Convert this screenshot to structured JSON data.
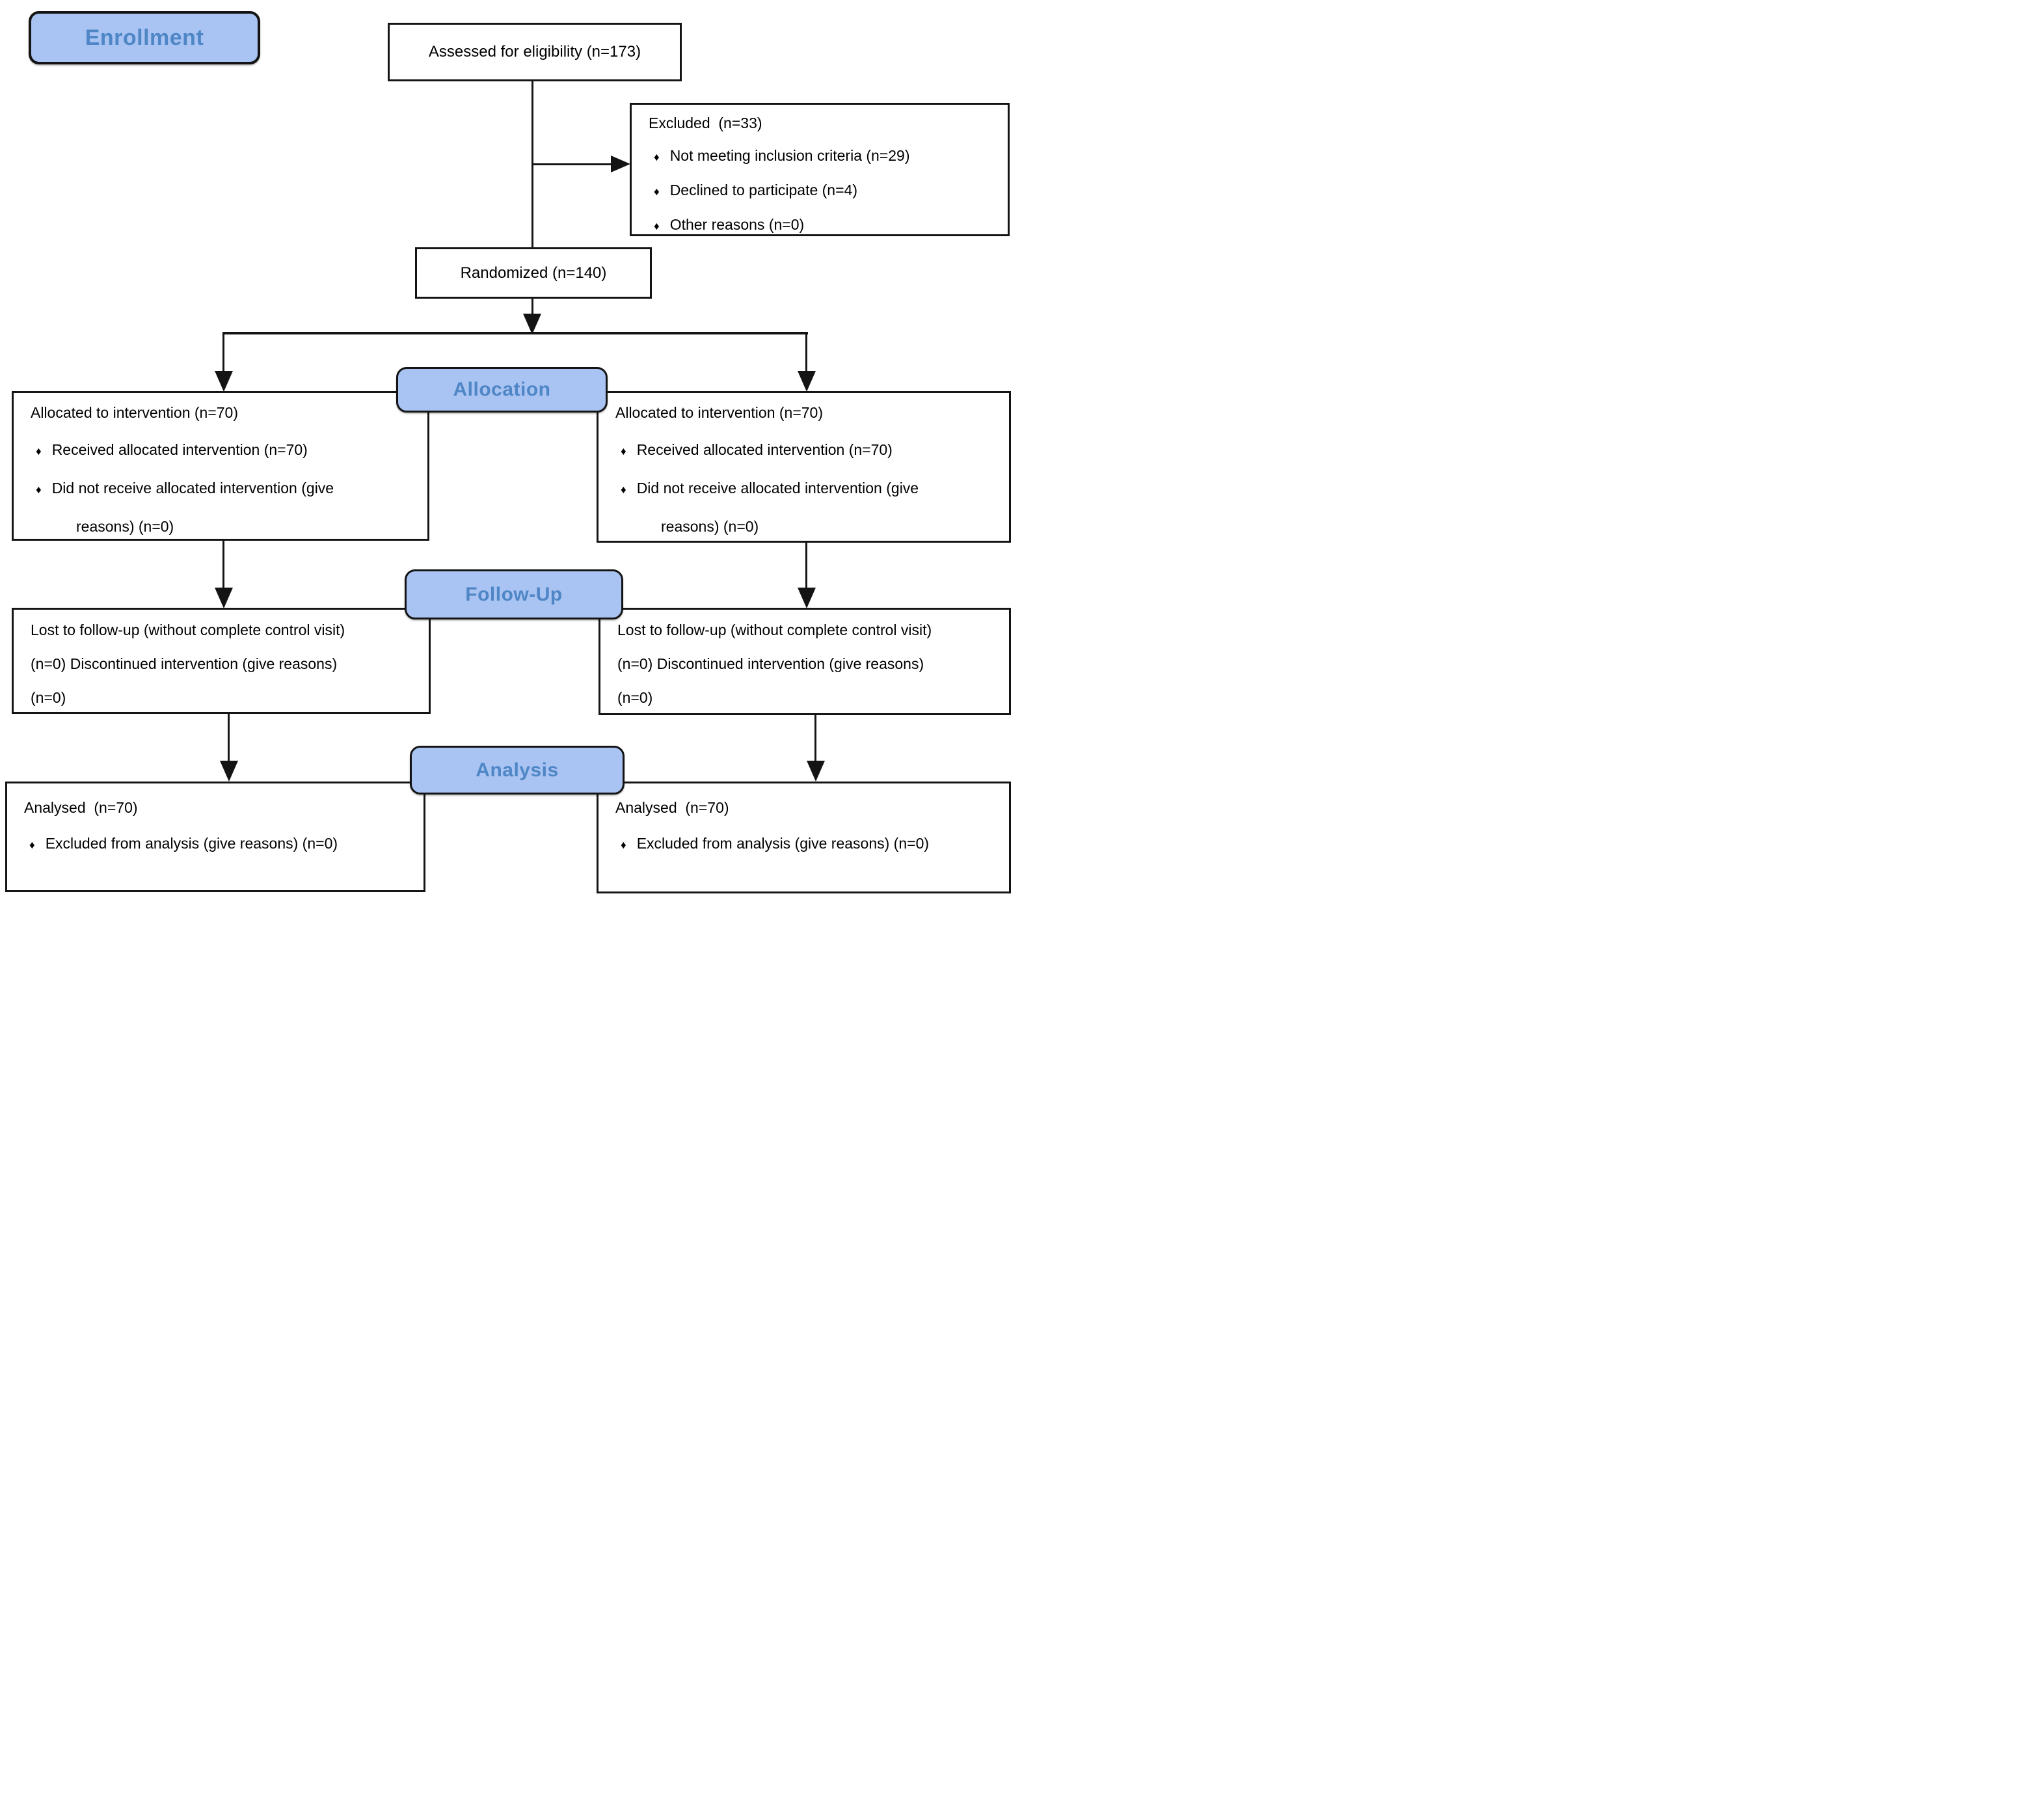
{
  "diagram": {
    "stages": {
      "enrollment": "Enrollment",
      "allocation": "Allocation",
      "followup": "Follow-Up",
      "analysis": "Analysis"
    },
    "glyphs": {
      "bullet": "♦"
    },
    "colors": {
      "stage_fill": "#a9c3f2",
      "stage_text": "#4e86c6",
      "line": "#141414"
    },
    "nodes": {
      "assessed": {
        "text": "Assessed for eligibility (n=173)"
      },
      "excluded": {
        "heading": "Excluded  (n=33)",
        "bullets": [
          "Not meeting inclusion criteria (n=29)",
          "Declined to participate (n=4)",
          "Other reasons (n=0)"
        ]
      },
      "randomized": {
        "text": "Randomized (n=140)"
      },
      "allocation_left": {
        "heading": "Allocated to intervention (n=70)",
        "bullets": [
          "Received allocated intervention (n=70)",
          "Did not receive allocated intervention (give reasons) (n=0)"
        ]
      },
      "allocation_right": {
        "heading": "Allocated to intervention (n=70)",
        "bullets": [
          "Received allocated intervention (n=70)",
          "Did not receive allocated intervention (give reasons) (n=0)"
        ]
      },
      "followup_left": {
        "text": "Lost to follow-up (without complete control visit) (n=0) Discontinued intervention (give reasons) (n=0)"
      },
      "followup_right": {
        "text": "Lost to follow-up (without complete control visit) (n=0) Discontinued intervention (give reasons) (n=0)"
      },
      "analysis_left": {
        "heading": "Analysed  (n=70)",
        "bullets": [
          "Excluded from analysis (give reasons) (n=0)"
        ]
      },
      "analysis_right": {
        "heading": "Analysed  (n=70)",
        "bullets": [
          "Excluded from analysis (give reasons) (n=0)"
        ]
      }
    }
  }
}
